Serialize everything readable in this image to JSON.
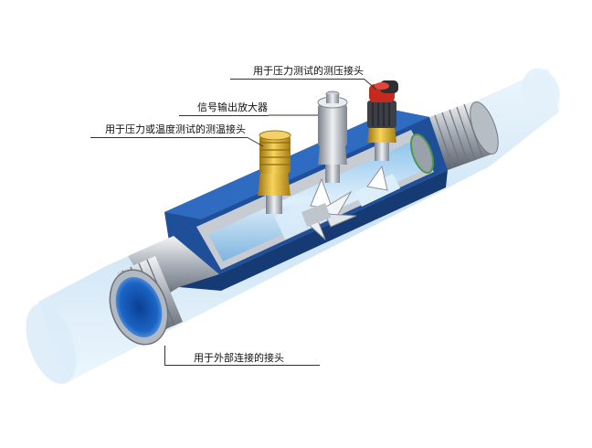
{
  "labels": {
    "pressure_tap": "用于压力测试的测压接头",
    "signal_amplifier": "信号输出放大器",
    "temp_tap": "用于压力或温度测试的测温接头",
    "external_connector": "用于外部连接的接头"
  },
  "colors": {
    "pipe_glass": "#cfe6f6",
    "body_blue": "#1f4f98",
    "body_dark": "#163a73",
    "metal": "#b9bec6",
    "brass": "#e0b02a",
    "cap_red": "#c62a1f"
  }
}
